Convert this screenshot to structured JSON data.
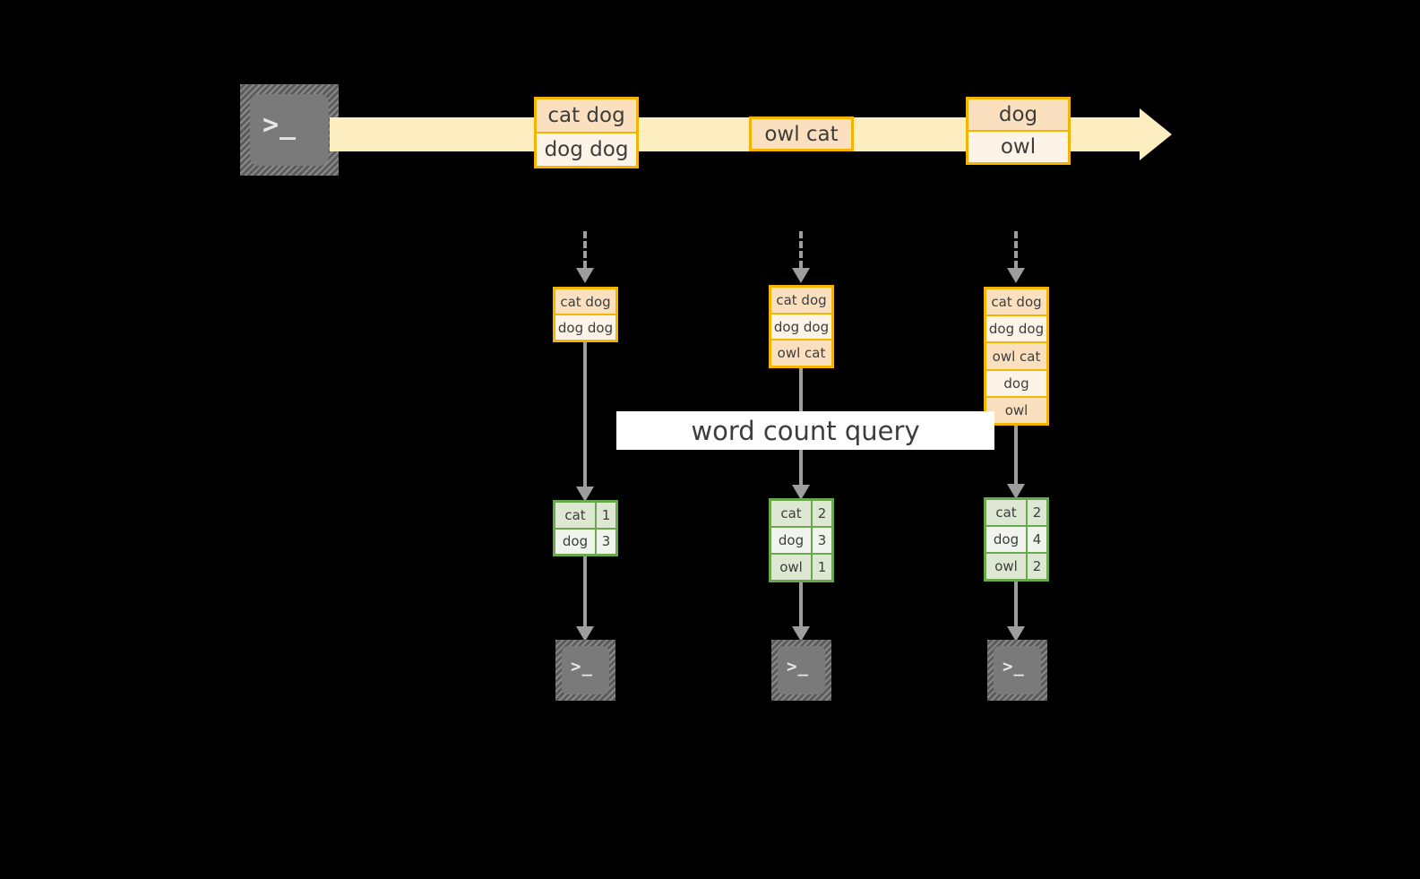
{
  "diagram": {
    "background_color": "#000000",
    "accent_orange": "#f5b400",
    "accent_green": "#6aa84f",
    "stream_fill": "#fdeec2",
    "arrow_gray": "#9d9d9d",
    "source_icon": {
      "name": "terminal-icon",
      "glyph": ">_"
    },
    "stream": {
      "name": "event-stream-arrow",
      "events": [
        {
          "id": "event-1",
          "lines": [
            "cat dog",
            "dog dog"
          ]
        },
        {
          "id": "event-2",
          "lines": [
            "owl cat"
          ]
        },
        {
          "id": "event-3",
          "lines": [
            "dog",
            "owl"
          ]
        }
      ]
    },
    "query_label": "word count query",
    "columns": [
      {
        "id": "snapshot-1",
        "accumulated": [
          "cat dog",
          "dog dog"
        ],
        "counts": [
          {
            "word": "cat",
            "count": "1"
          },
          {
            "word": "dog",
            "count": "3"
          }
        ],
        "sink_glyph": ">_"
      },
      {
        "id": "snapshot-2",
        "accumulated": [
          "cat dog",
          "dog dog",
          "owl cat"
        ],
        "counts": [
          {
            "word": "cat",
            "count": "2"
          },
          {
            "word": "dog",
            "count": "3"
          },
          {
            "word": "owl",
            "count": "1"
          }
        ],
        "sink_glyph": ">_"
      },
      {
        "id": "snapshot-3",
        "accumulated": [
          "cat dog",
          "dog dog",
          "owl cat",
          "dog",
          "owl"
        ],
        "counts": [
          {
            "word": "cat",
            "count": "2"
          },
          {
            "word": "dog",
            "count": "4"
          },
          {
            "word": "owl",
            "count": "2"
          }
        ],
        "sink_glyph": ">_"
      }
    ]
  }
}
